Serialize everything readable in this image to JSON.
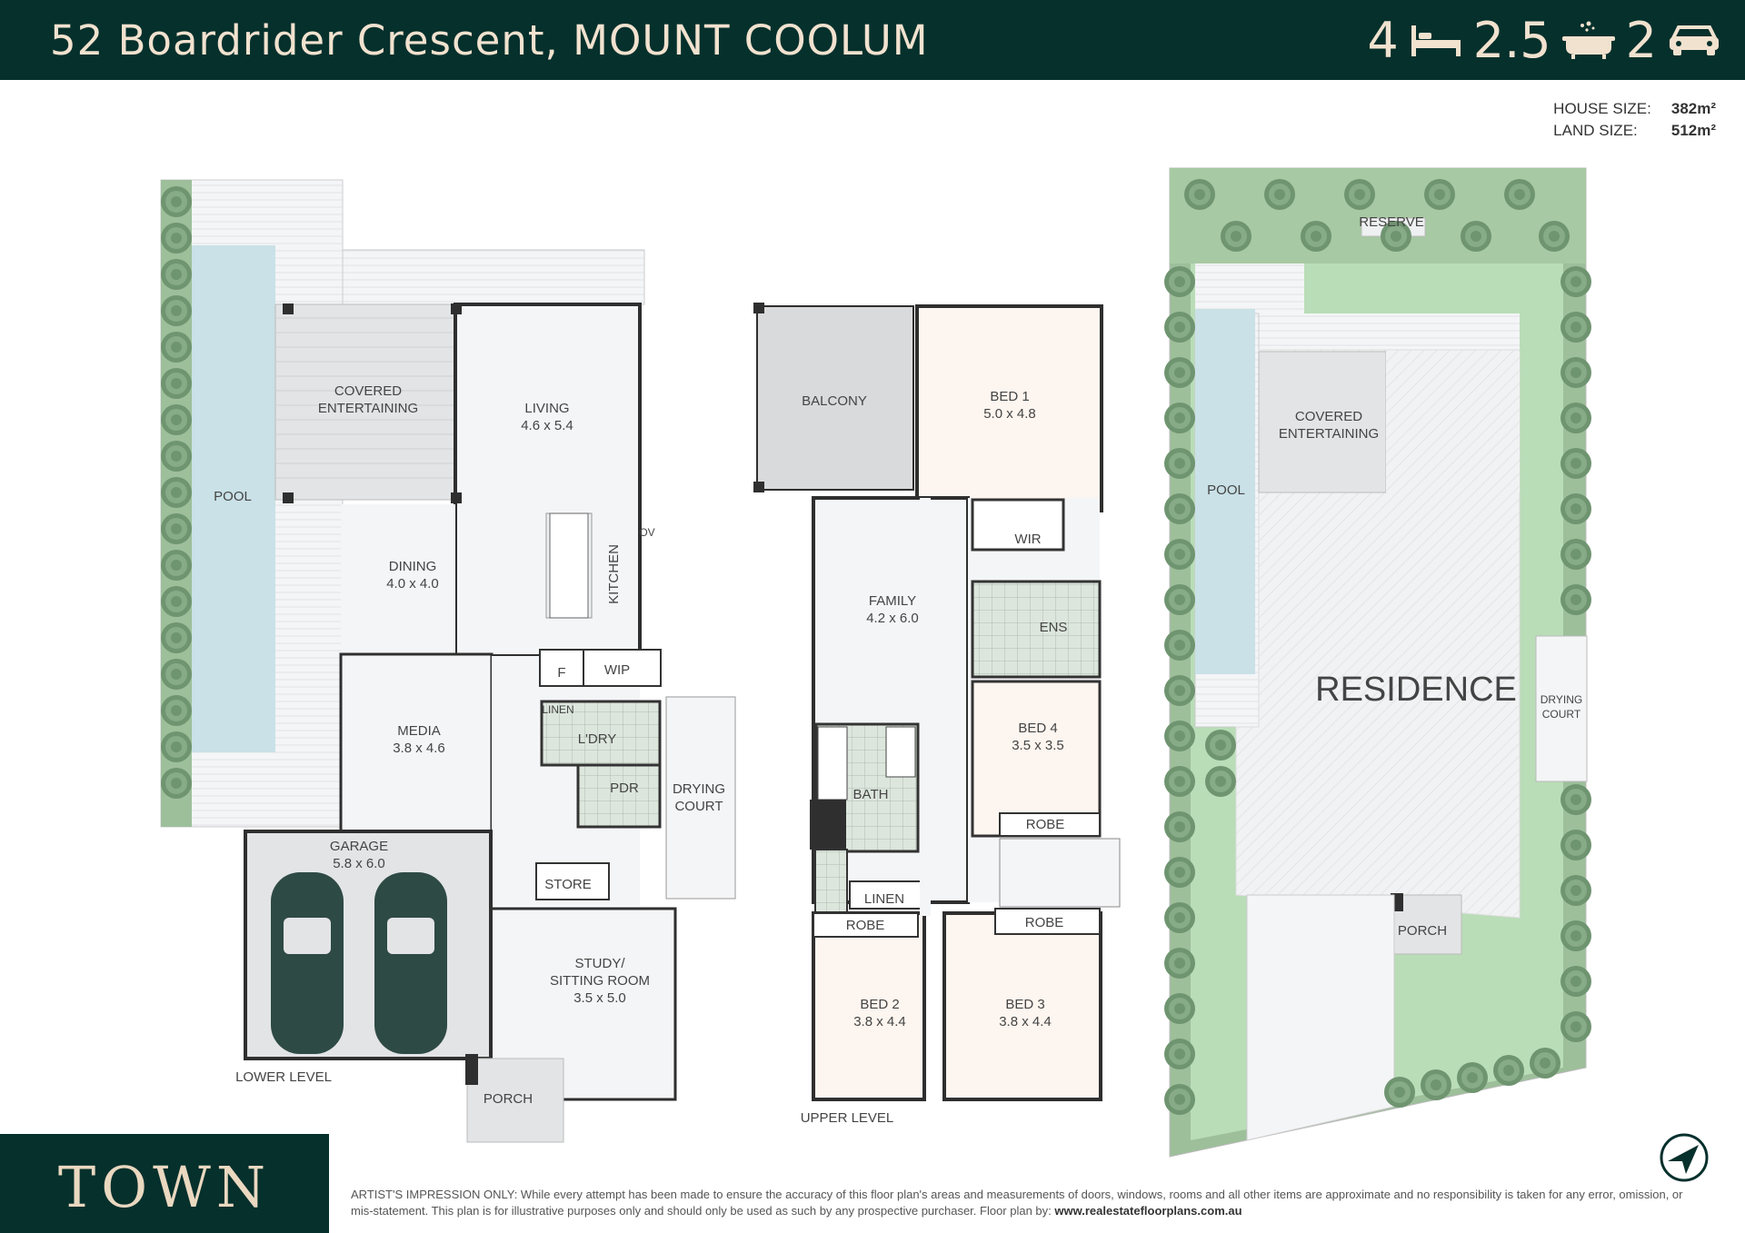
{
  "header": {
    "address": "52 Boardrider Crescent, MOUNT COOLUM",
    "beds": "4",
    "baths": "2.5",
    "cars": "2",
    "icons": [
      "bed-icon",
      "bath-icon",
      "car-icon"
    ]
  },
  "sizes": {
    "house_label": "HOUSE SIZE:",
    "house_value": "382m²",
    "land_label": "LAND SIZE:",
    "land_value": "512m²"
  },
  "lower": {
    "pool": "POOL",
    "covered1": "COVERED",
    "covered2": "ENTERTAINING",
    "living": "LIVING",
    "living_dim": "4.6 x 5.4",
    "dining": "DINING",
    "dining_dim": "4.0 x 4.0",
    "kitchen": "KITCHEN",
    "ov": "OV",
    "f": "F",
    "wip": "WIP",
    "linen": "LINEN",
    "ldry": "L'DRY",
    "media": "MEDIA",
    "media_dim": "3.8 x 4.6",
    "pdr": "PDR",
    "drying1": "DRYING",
    "drying2": "COURT",
    "garage": "GARAGE",
    "garage_dim": "5.8 x 6.0",
    "store": "STORE",
    "study1": "STUDY/",
    "study2": "SITTING ROOM",
    "study_dim": "3.5 x 5.0",
    "porch": "PORCH",
    "level": "LOWER LEVEL"
  },
  "upper": {
    "balcony": "BALCONY",
    "bed1": "BED 1",
    "bed1_dim": "5.0 x 4.8",
    "wir": "WIR",
    "ens": "ENS",
    "family": "FAMILY",
    "family_dim": "4.2 x 6.0",
    "bed4": "BED 4",
    "bed4_dim": "3.5 x 3.5",
    "robe": "ROBE",
    "bath": "BATH",
    "linen": "LINEN",
    "bed2": "BED 2",
    "bed2_dim": "3.8 x 4.4",
    "bed3": "BED 3",
    "bed3_dim": "3.8 x 4.4",
    "level": "UPPER LEVEL"
  },
  "site": {
    "reserve": "RESERVE",
    "covered1": "COVERED",
    "covered2": "ENTERTAINING",
    "pool": "POOL",
    "residence": "RESIDENCE",
    "drying1": "DRYING",
    "drying2": "COURT",
    "porch": "PORCH"
  },
  "footer": {
    "logo": "TOWN",
    "disclaimer": "ARTIST'S IMPRESSION ONLY: While every attempt has been made to ensure the accuracy of this floor plan's areas and measurements of doors, windows, rooms and all other items are approximate and no responsibility is taken for any error, omission, or mis-statement. This plan is for illustrative purposes only and should only be used as such by any prospective purchaser. Floor plan by:",
    "website": "www.realestatefloorplans.com.au",
    "compass_icon": "north-compass-icon"
  },
  "colors": {
    "header_bg": "#06302c",
    "header_text": "#f1e2cf",
    "pool": "#c9e1e7",
    "lawn": "#b9ddb7",
    "hedge": "#8fb38e",
    "wall": "#2f2f2f"
  }
}
